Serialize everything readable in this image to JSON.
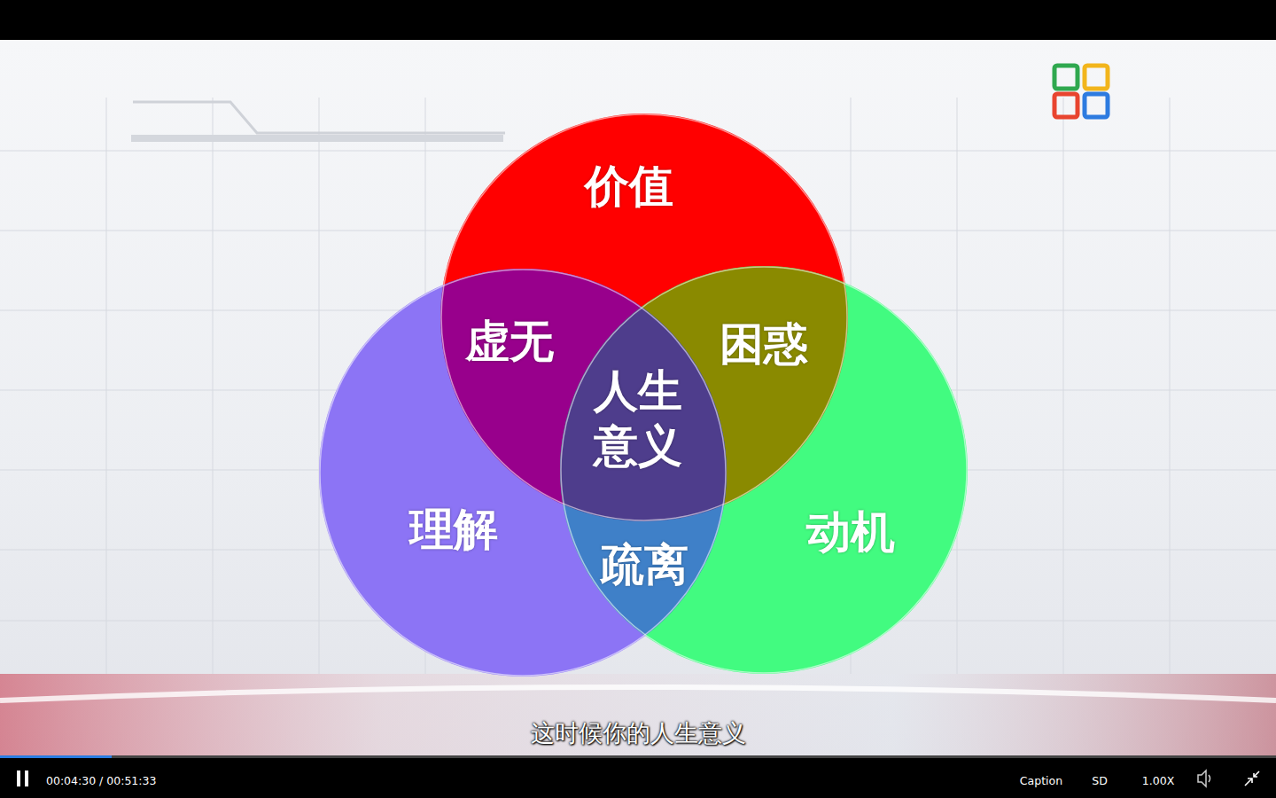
{
  "diagram": {
    "nodes": [
      {
        "text": [
          "价值"
        ]
      },
      {
        "text": [
          "虚无"
        ]
      },
      {
        "text": [
          "困惑"
        ]
      },
      {
        "text": [
          "人生意义"
        ]
      },
      {
        "text": [
          "理解"
        ]
      },
      {
        "text": [
          "疏离"
        ]
      },
      {
        "text": [
          "动机"
        ]
      }
    ],
    "labels": [
      "这时候你的人生意义",
      "00:04:30 / 00:51:33",
      "Caption",
      "SD",
      "1.00X"
    ]
  }
}
